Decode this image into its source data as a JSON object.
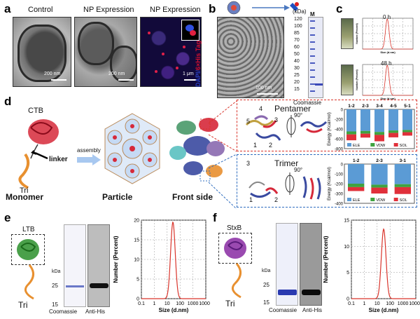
{
  "panel_a": {
    "label": "a",
    "titles": [
      "Control",
      "NP Expression",
      "NP Expression"
    ],
    "scalebars": [
      "200 nm",
      "200 nm",
      "1 μm"
    ],
    "stain_dapi": "DAPI",
    "stain_his": "6×His Tag"
  },
  "panel_b": {
    "label": "b",
    "scalebar": "100 nm",
    "marker_lane": "M",
    "unit": "(kDa)",
    "markers": [
      "120",
      "100",
      "85",
      "70",
      "60",
      "50",
      "40",
      "30",
      "25",
      "20",
      "15"
    ],
    "stain": "Coomassie"
  },
  "panel_c": {
    "label": "c",
    "times": [
      "0 h",
      "48 h"
    ],
    "ylabel": "Number (Percent)",
    "xlabel": "Size (d.nm)"
  },
  "panel_d": {
    "label": "d",
    "ctb": "CTB",
    "linker": "linker",
    "tri": "Tri",
    "assembly": "assembly",
    "captions": [
      "Monomer",
      "Particle",
      "Front side"
    ],
    "pentamer": "Pentamer",
    "trimer": "Trimer",
    "rotate": "90°",
    "pentamer_ids": [
      "1",
      "2",
      "3",
      "4",
      "5"
    ],
    "trimer_ids": [
      "1",
      "2",
      "3"
    ],
    "energy_ylabel": "Energy (Kcal/mol)",
    "legend": [
      "ELE",
      "VDW",
      "SOL"
    ]
  },
  "panel_e": {
    "label": "e",
    "protein": "LTB",
    "tri": "Tri",
    "kda": "kDa",
    "markers": [
      "25",
      "15"
    ],
    "lanes": [
      "Coomassie",
      "Anti-His"
    ]
  },
  "panel_f": {
    "label": "f",
    "protein": "StxB",
    "tri": "Tri",
    "kda": "kDa",
    "markers": [
      "25",
      "15"
    ],
    "lanes": [
      "Coomassie",
      "Anti-His"
    ]
  },
  "colors": {
    "ele": "#5b9bd5",
    "vdw": "#3fa33f",
    "sol": "#e0303a",
    "dls": "#d9342b",
    "pentamer_box": "#d9342b",
    "trimer_box": "#2f6dbf"
  },
  "chart_data": [
    {
      "type": "bar",
      "title": "",
      "ylabel": "Energy (Kcal/mol)",
      "categories": [
        "1-2",
        "2-3",
        "3-4",
        "4-5",
        "5-1"
      ],
      "ylim": [
        -800,
        0
      ],
      "yticks": [
        0,
        -200,
        -400,
        -600,
        -800
      ],
      "series": [
        {
          "name": "ELE",
          "values": [
            -450,
            -440,
            -460,
            -430,
            -420
          ]
        },
        {
          "name": "VDW",
          "values": [
            -60,
            -55,
            -60,
            -50,
            -45
          ]
        },
        {
          "name": "SOL",
          "values": [
            -120,
            -80,
            -130,
            -90,
            -70
          ]
        }
      ]
    },
    {
      "type": "bar",
      "title": "",
      "ylabel": "Energy (Kcal/mol)",
      "categories": [
        "1-2",
        "2-3",
        "3-1"
      ],
      "ylim": [
        -400,
        0
      ],
      "yticks": [
        0,
        -100,
        -200,
        -300,
        -400
      ],
      "series": [
        {
          "name": "ELE",
          "values": [
            -200,
            -210,
            -205
          ]
        },
        {
          "name": "VDW",
          "values": [
            -35,
            -30,
            -30
          ]
        },
        {
          "name": "SOL",
          "values": [
            -40,
            -60,
            -70
          ]
        }
      ]
    },
    {
      "type": "line",
      "xlabel": "Size (d.nm)",
      "ylabel": "Number (Percent)",
      "xscale": "log",
      "xlim": [
        0.1,
        10000
      ],
      "ylim": [
        0,
        20
      ],
      "xticks": [
        "0.1",
        "1",
        "10",
        "100",
        "1000",
        "10000"
      ],
      "yticks": [
        "0",
        "5",
        "10",
        "15",
        "20"
      ],
      "peak_x": 28,
      "peak_y": 19.5,
      "grid": true
    },
    {
      "type": "line",
      "xlabel": "Size (d.nm)",
      "ylabel": "Number (Percent)",
      "xscale": "log",
      "xlim": [
        0.1,
        10000
      ],
      "ylim": [
        0,
        15
      ],
      "xticks": [
        "0.1",
        "1",
        "10",
        "100",
        "1000",
        "10000"
      ],
      "yticks": [
        "0",
        "5",
        "10",
        "15"
      ],
      "peak_x": 32,
      "peak_y": 13.3,
      "grid": true
    }
  ]
}
